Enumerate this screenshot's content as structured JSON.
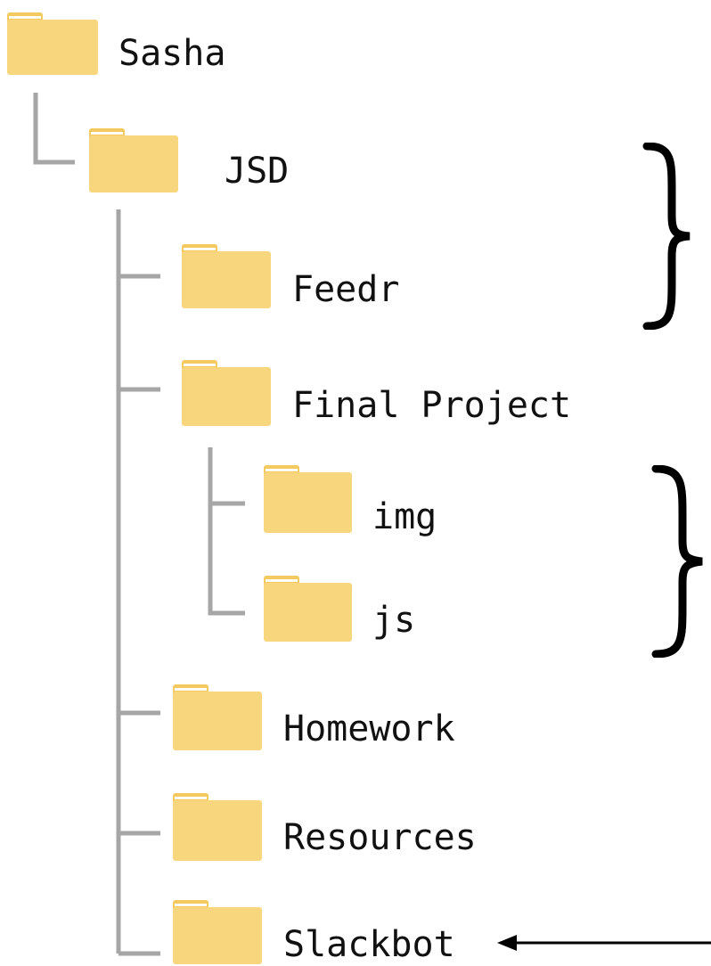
{
  "colors": {
    "folder": "#f8d67e",
    "folder_tab": "#f3c960",
    "folder_highlight": "#ffffff",
    "line": "#a6a6a6"
  },
  "tree": {
    "root": {
      "label": "Sasha",
      "icon": "folder-icon"
    },
    "jsd": {
      "label": "JSD",
      "icon": "folder-icon"
    },
    "feedr": {
      "label": "Feedr",
      "icon": "folder-icon"
    },
    "final_project": {
      "label": "Final Project",
      "icon": "folder-icon"
    },
    "img": {
      "label": "img",
      "icon": "folder-icon"
    },
    "js": {
      "label": "js",
      "icon": "folder-icon"
    },
    "homework": {
      "label": "Homework",
      "icon": "folder-icon"
    },
    "resources": {
      "label": "Resources",
      "icon": "folder-icon"
    },
    "slackbot": {
      "label": "Slackbot",
      "icon": "folder-icon"
    }
  },
  "annotations": {
    "brace_upper": "}",
    "brace_lower": "}",
    "arrow": "arrow-left-icon"
  }
}
